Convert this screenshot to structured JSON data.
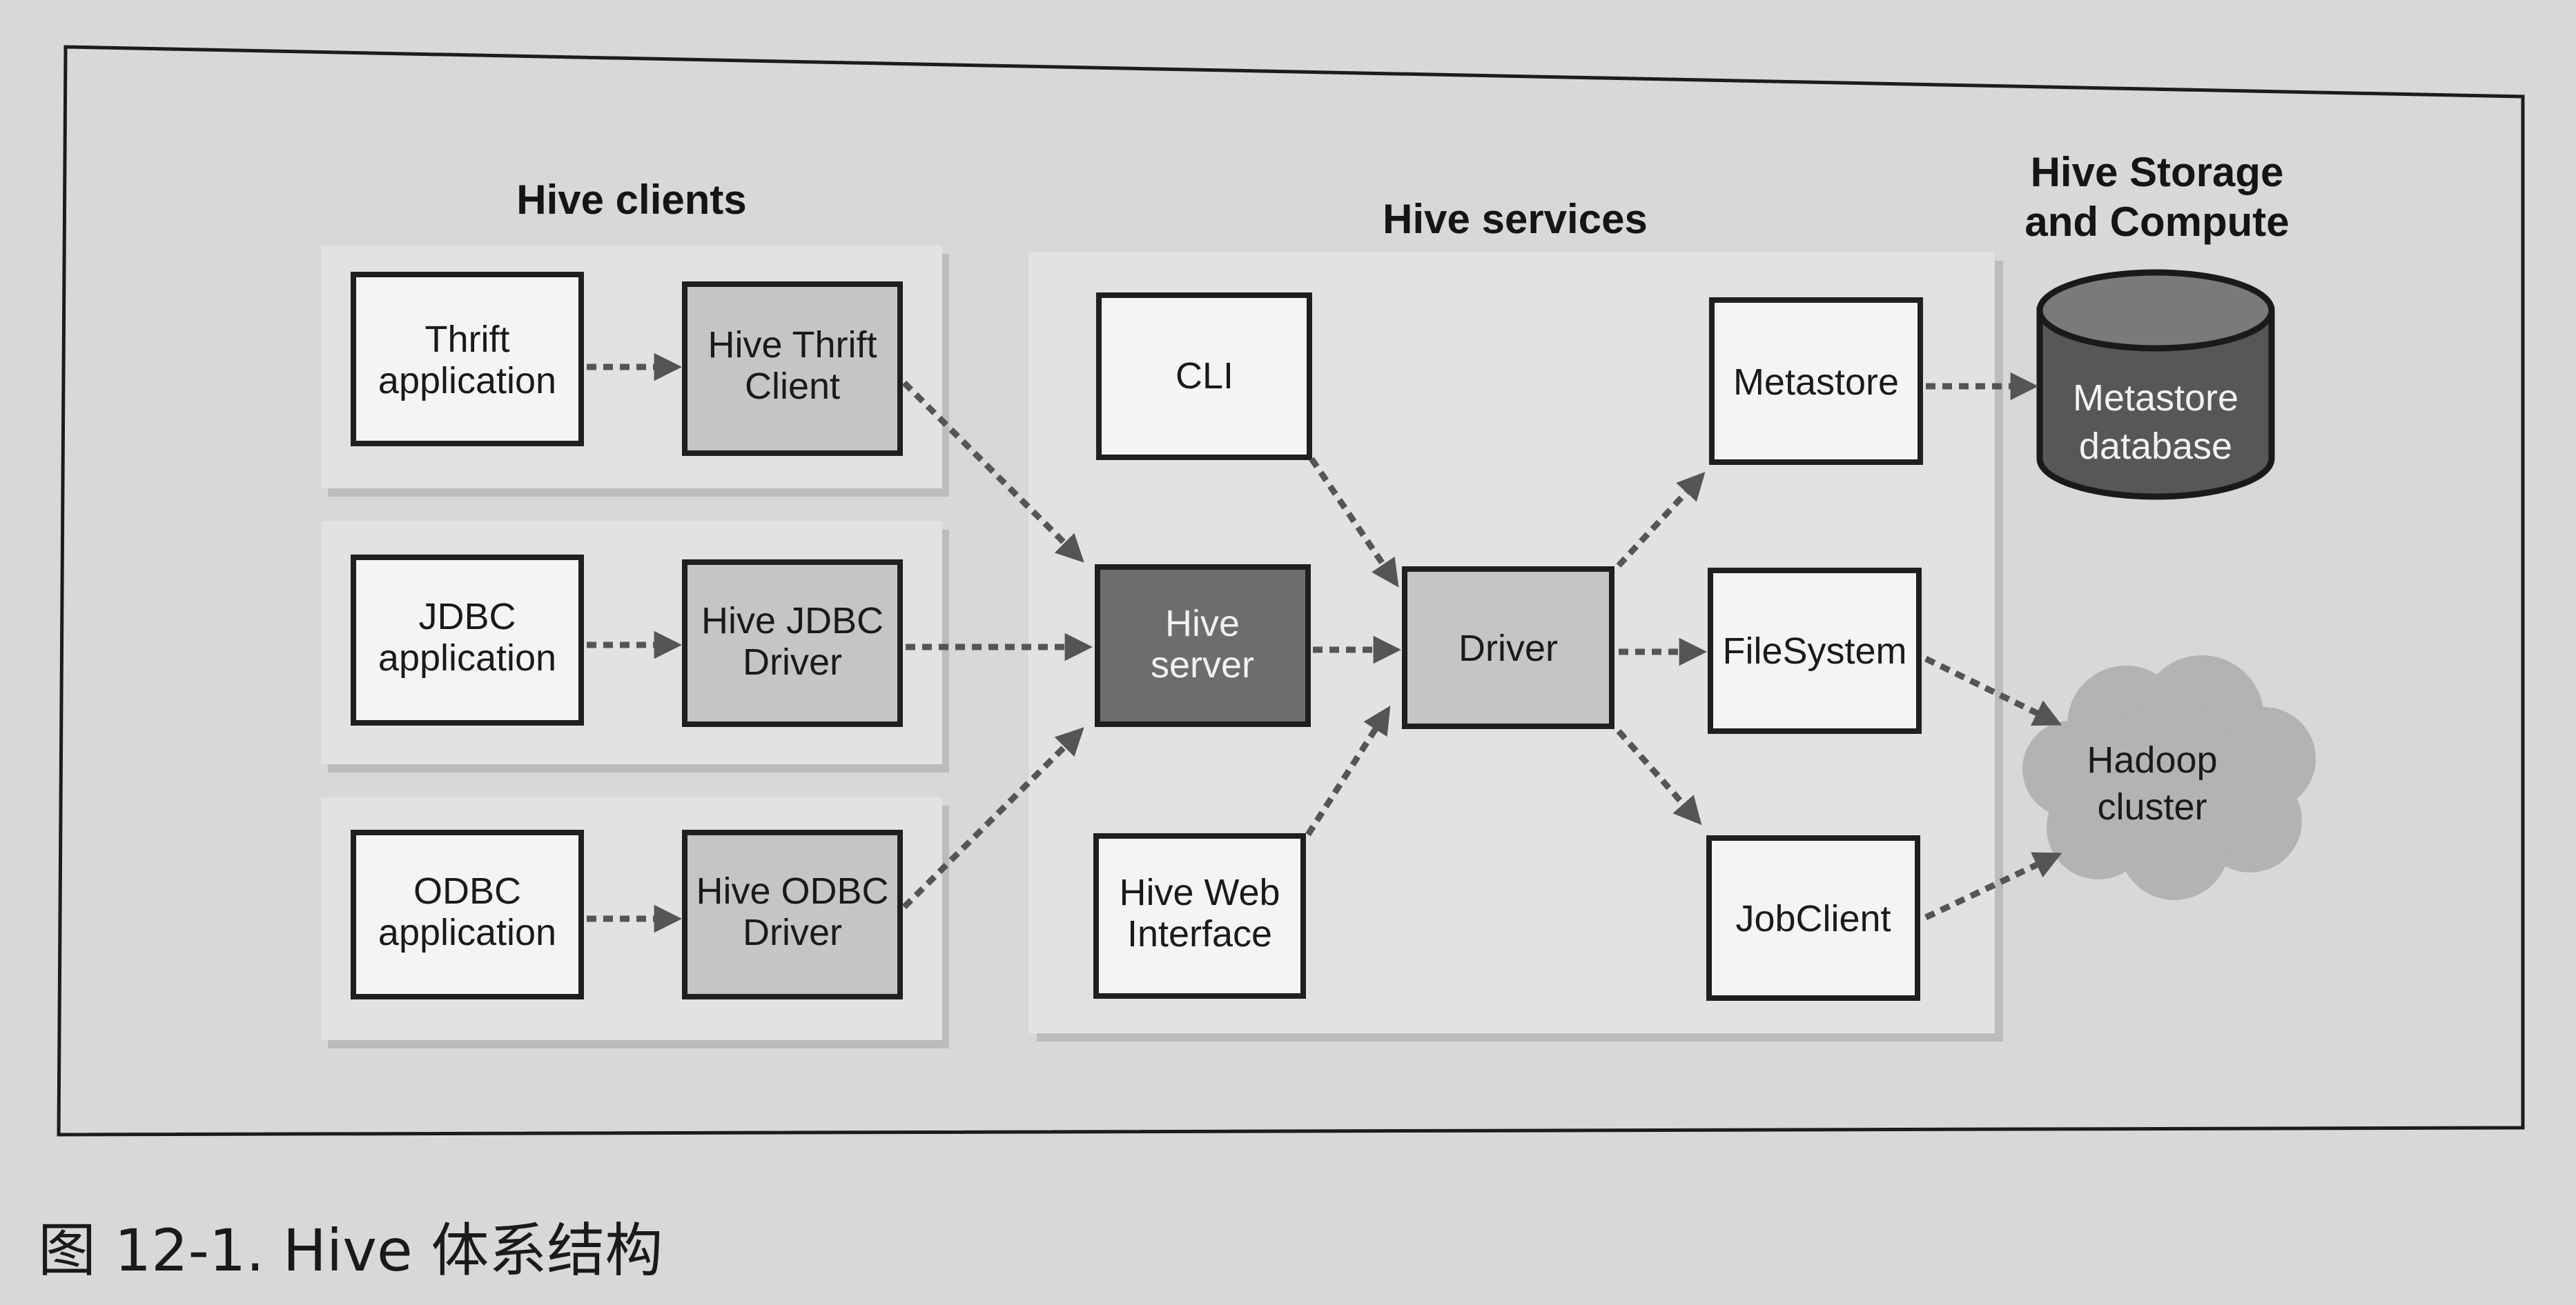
{
  "headings": {
    "clients": "Hive clients",
    "services": "Hive services",
    "storage_line1": "Hive Storage",
    "storage_line2": "and Compute"
  },
  "clients": [
    {
      "app": [
        "Thrift",
        "application"
      ],
      "driver": [
        "Hive Thrift",
        "Client"
      ]
    },
    {
      "app": [
        "JDBC",
        "application"
      ],
      "driver": [
        "Hive JDBC",
        "Driver"
      ]
    },
    {
      "app": [
        "ODBC",
        "application"
      ],
      "driver": [
        "Hive ODBC",
        "Driver"
      ]
    }
  ],
  "services": {
    "cli": "CLI",
    "hive_server": [
      "Hive",
      "server"
    ],
    "web": [
      "Hive Web",
      "Interface"
    ],
    "driver": "Driver",
    "metastore": "Metastore",
    "filesystem": "FileSystem",
    "jobclient": "JobClient"
  },
  "storage": {
    "metastore_db": [
      "Metastore",
      "database"
    ],
    "hadoop": [
      "Hadoop",
      "cluster"
    ]
  },
  "caption": "图 12-1. Hive 体系结构"
}
